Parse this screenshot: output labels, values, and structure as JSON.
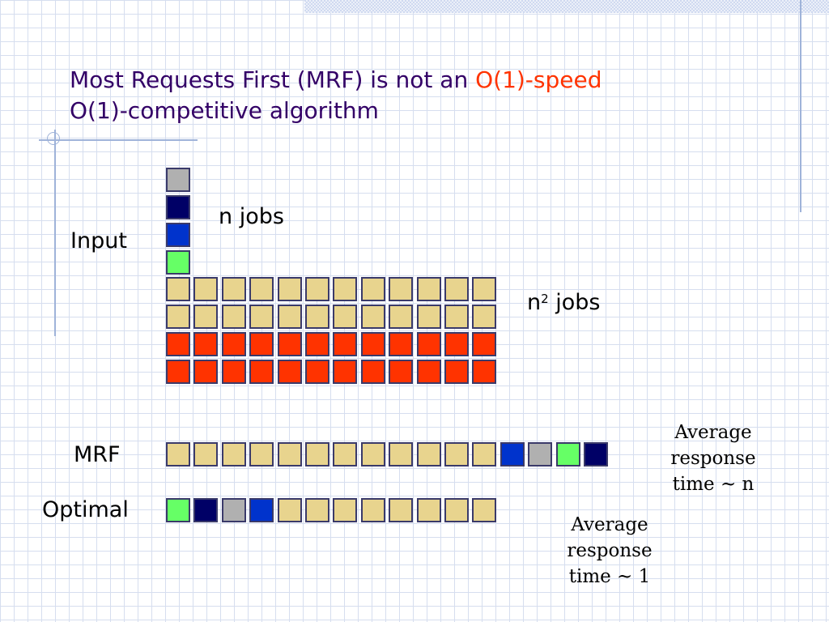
{
  "title": {
    "part1": "Most Requests First (MRF) is not an ",
    "part2_red": "O(1)-speed",
    "line2": "O(1)-competitive algorithm"
  },
  "labels": {
    "input": "Input",
    "n_jobs": "n jobs",
    "n2_base": "n",
    "n2_sup": "2",
    "n2_rest": " jobs",
    "mrf": "MRF",
    "optimal": "Optimal"
  },
  "notes": {
    "mrf_avg": [
      "Average",
      "response",
      "time ~ n"
    ],
    "optimal_avg": [
      "Average",
      "response",
      "time ~ 1"
    ]
  },
  "colors": {
    "tan": "#e8d48e",
    "red": "#ff3300",
    "gray": "#b0b0b0",
    "navy": "#000066",
    "blue": "#0033cc",
    "green": "#66ff66",
    "title_purple": "#330066",
    "title_red": "#ff3300"
  },
  "blocks": {
    "input_column": [
      "gray",
      "navy",
      "blue",
      "green"
    ],
    "input_rows": [
      {
        "color": "tan",
        "count": 12
      },
      {
        "color": "tan",
        "count": 12
      },
      {
        "color": "red",
        "count": 12
      },
      {
        "color": "red",
        "count": 12
      }
    ],
    "mrf_row": [
      "tan",
      "tan",
      "tan",
      "tan",
      "tan",
      "tan",
      "tan",
      "tan",
      "tan",
      "tan",
      "tan",
      "tan",
      "blue",
      "gray",
      "green",
      "navy"
    ],
    "optimal_row": [
      "green",
      "navy",
      "gray",
      "blue",
      "tan",
      "tan",
      "tan",
      "tan",
      "tan",
      "tan",
      "tan",
      "tan"
    ]
  }
}
